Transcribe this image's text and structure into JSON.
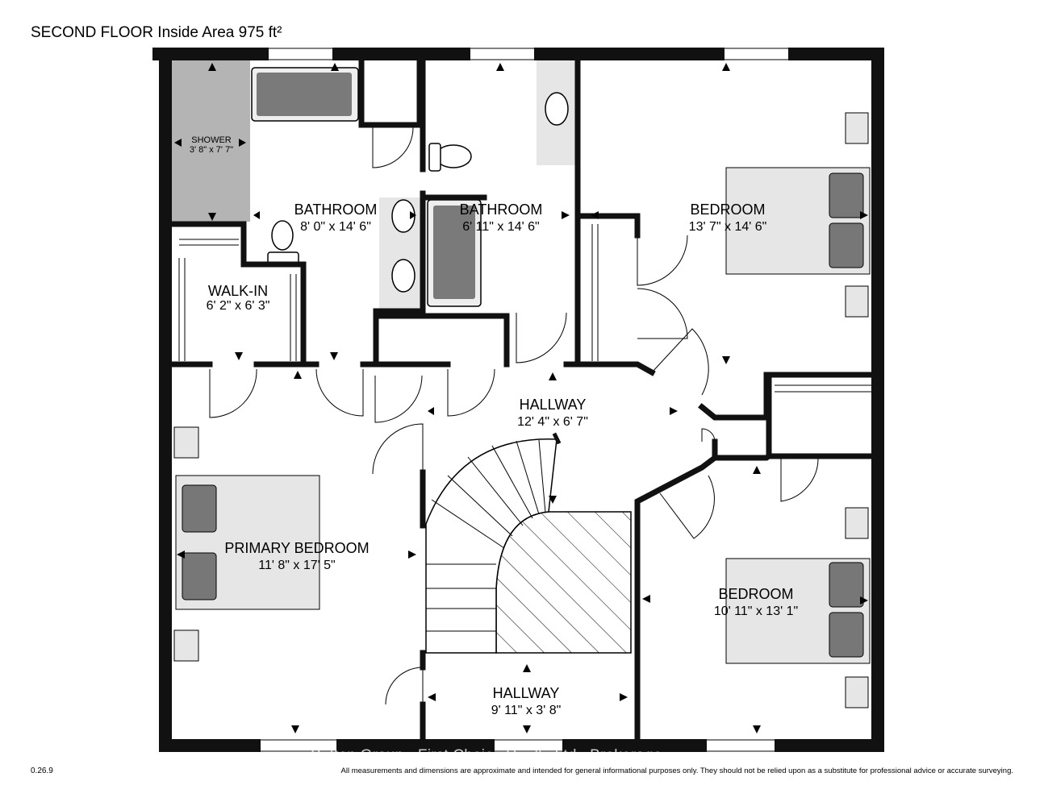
{
  "header": {
    "title": "SECOND FLOOR Inside Area 975 ft²"
  },
  "footer": {
    "version": "0.26.9",
    "disclaimer": "All measurements and dimensions are approximate and intended for general informational purposes only. They should not be relied upon as a substitute for professional advice or accurate surveying.",
    "watermark": "Sutton Group - First Choice Realty Ltd., Brokerage"
  },
  "rooms": {
    "shower": {
      "name": "SHOWER",
      "dims": "3' 8\" x 7' 7\""
    },
    "bathroom_1": {
      "name": "BATHROOM",
      "dims": "8' 0\" x 14' 6\""
    },
    "bathroom_2": {
      "name": "BATHROOM",
      "dims": "6' 11\" x 14' 6\""
    },
    "bedroom_1": {
      "name": "BEDROOM",
      "dims": "13' 7\" x 14' 6\""
    },
    "walk_in": {
      "name": "WALK-IN",
      "dims": "6' 2\" x 6' 3\""
    },
    "hallway_1": {
      "name": "HALLWAY",
      "dims": "12' 4\" x 6' 7\""
    },
    "primary_bedroom": {
      "name": "PRIMARY BEDROOM",
      "dims": "11' 8\" x 17' 5\""
    },
    "bedroom_2": {
      "name": "BEDROOM",
      "dims": "10' 11\" x 13' 1\""
    },
    "hallway_2": {
      "name": "HALLWAY",
      "dims": "9' 11\" x 3' 8\""
    }
  },
  "colors": {
    "wall": "#111111",
    "fixture": "#e6e6e6",
    "furniture": "#777777",
    "shower": "#b4b4b4"
  }
}
